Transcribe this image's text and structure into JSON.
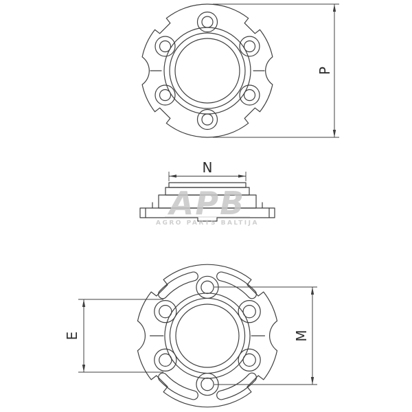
{
  "dimensions": {
    "p": "P",
    "n": "N",
    "e": "E",
    "m": "M"
  },
  "watermark": {
    "title": "APB",
    "subtitle": "AGRO PARTS BALTIJA"
  },
  "colors": {
    "line": "#3f3f3f",
    "watermark": "#c7c7c7",
    "background": "#ffffff"
  }
}
